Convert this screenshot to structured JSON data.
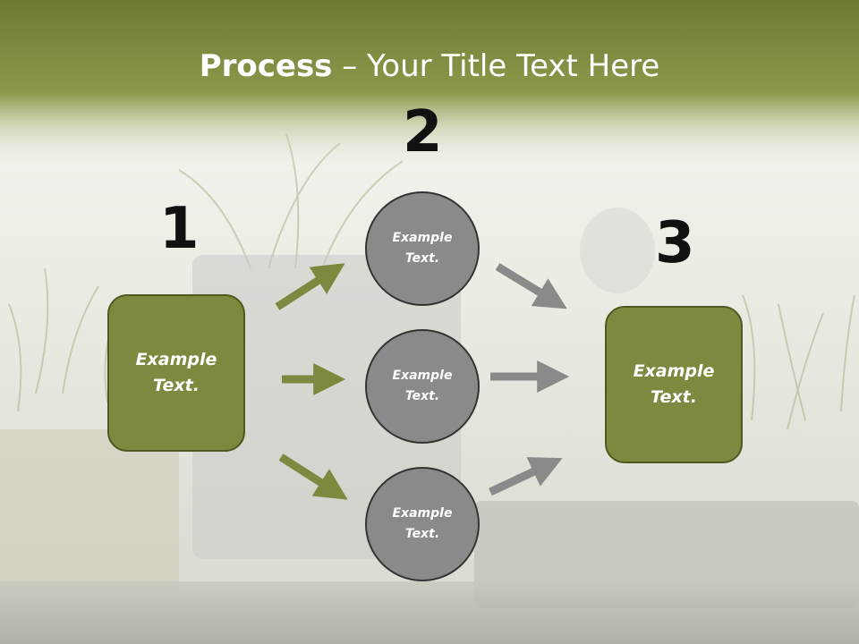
{
  "title": {
    "bold": "Process",
    "rest": " – Your Title Text Here"
  },
  "steps": {
    "n1": "1",
    "n2": "2",
    "n3": "3"
  },
  "left_box": {
    "label": "Example\nText."
  },
  "right_box": {
    "label": "Example\nText."
  },
  "circles": [
    {
      "label": "Example\nText."
    },
    {
      "label": "Example\nText."
    },
    {
      "label": "Example\nText."
    }
  ],
  "colors": {
    "header": "#7c8a40",
    "box": "#7c8a40",
    "circle": "#8a8a8a",
    "arrow_green": "#7c8a40",
    "arrow_gray": "#8a8a8a"
  }
}
